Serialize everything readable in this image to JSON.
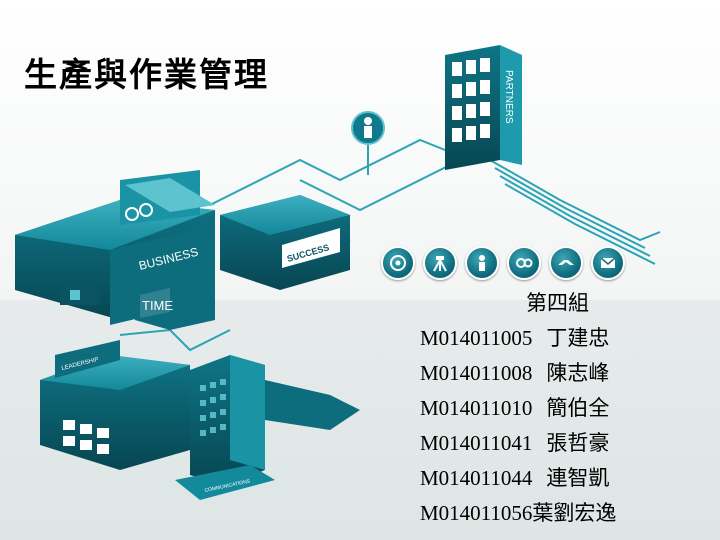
{
  "slide": {
    "title": "生產與作業管理",
    "group_label": "第四組",
    "members": [
      {
        "id": "M014011005",
        "name": "丁建忠"
      },
      {
        "id": "M014011008",
        "name": "陳志峰"
      },
      {
        "id": "M014011010",
        "name": "簡伯全"
      },
      {
        "id": "M014011041",
        "name": "張哲豪"
      },
      {
        "id": "M014011044",
        "name": "連智凱"
      },
      {
        "id": "M014011056",
        "name": "葉劉宏逸"
      }
    ]
  },
  "illustration": {
    "business_label": "BUSINESS",
    "success_label": "SUCCESS",
    "time_label": "TIME",
    "partners_label": "PARTNERS",
    "leadership_label": "LEADERSHIP",
    "communications_label": "COMMUNICATIONS",
    "icons": [
      "target-icon",
      "tripod-icon",
      "person-icon",
      "gears-icon",
      "handshake-icon",
      "mail-icon"
    ]
  },
  "colors": {
    "teal_dark": "#0b5563",
    "teal": "#138a9b",
    "teal_light": "#5cc3cf",
    "background": "#f4f6f6"
  }
}
